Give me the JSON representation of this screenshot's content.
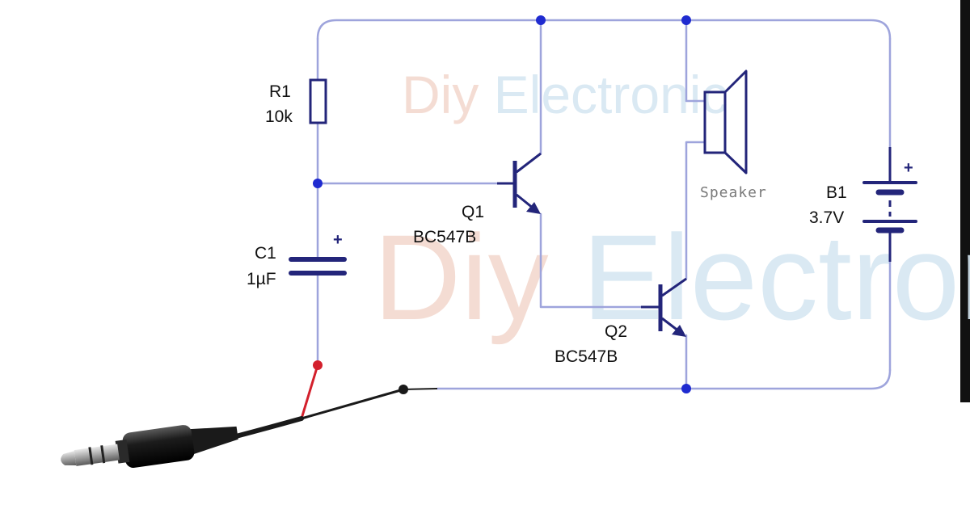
{
  "watermark": {
    "top": "Diy Electronic",
    "center": "Diy Electronic",
    "color_diy": "#f3d9cf",
    "color_electronic": "#d6e7f2"
  },
  "colors": {
    "wire": "#9ea4dc",
    "component": "#23257a",
    "node": "#1f2bd0",
    "red_wire": "#d3202c",
    "black_wire": "#1a1a1a"
  },
  "components": {
    "r1": {
      "ref": "R1",
      "value": "10k"
    },
    "c1": {
      "ref": "C1",
      "value": "1µF",
      "polarity": "+"
    },
    "q1": {
      "ref": "Q1",
      "part": "BC547B"
    },
    "q2": {
      "ref": "Q2",
      "part": "BC547B"
    },
    "speaker": {
      "label": "Speaker"
    },
    "b1": {
      "ref": "B1",
      "value": "3.7V",
      "polarity": "+"
    }
  },
  "audio_jack": {
    "icon": "audio-jack-3.5mm-icon"
  }
}
